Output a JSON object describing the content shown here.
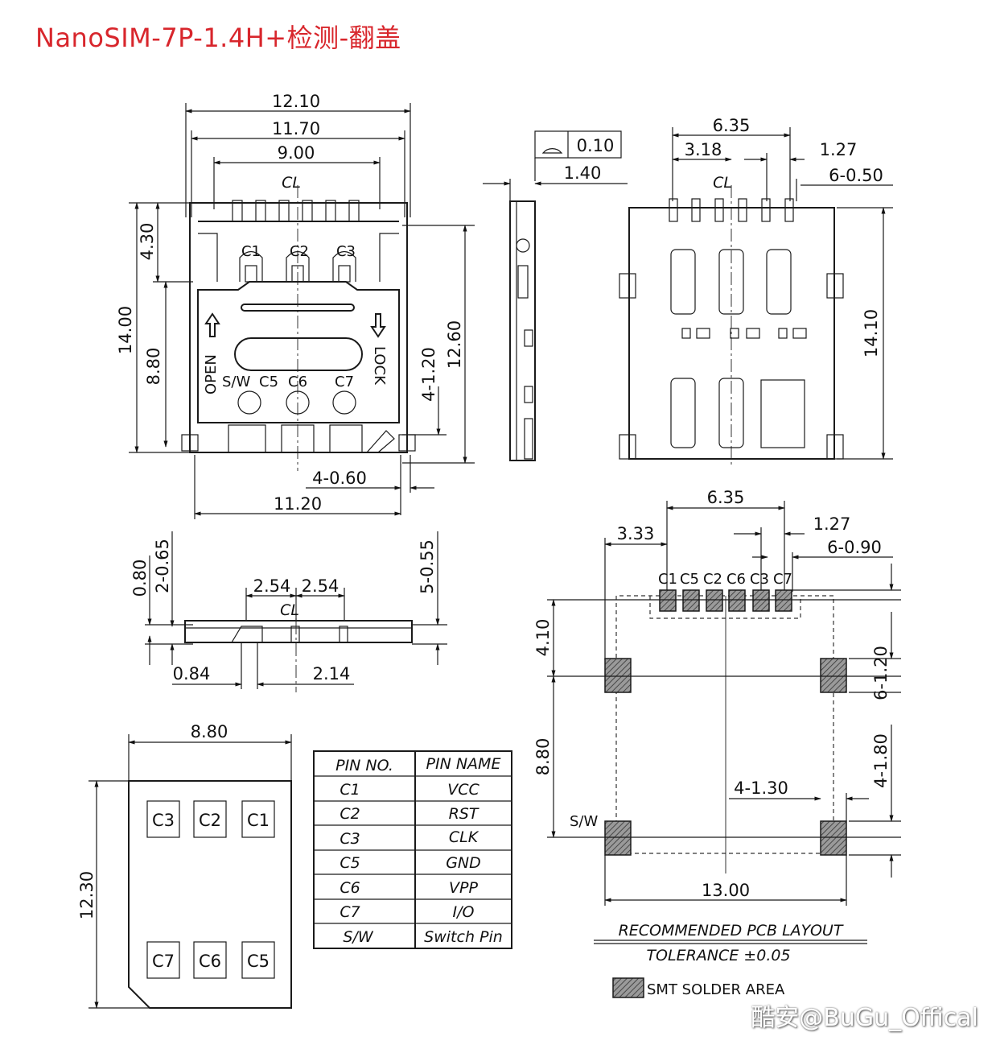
{
  "title": "NanoSIM-7P-1.4H+检测-翻盖",
  "watermark": "酷安@BuGu_Offical",
  "flatness": {
    "tolerance": "0.10"
  },
  "top_view": {
    "dims": {
      "w1": "12.10",
      "w2": "11.70",
      "w3": "9.00",
      "h_total": "14.00",
      "h_top": "4.30",
      "h_mid": "8.80",
      "h_right": "12.60",
      "pitch_side": "4-1.20",
      "pad_w": "4-0.60",
      "bottom_w": "11.20"
    },
    "centerline": "CL",
    "contacts_top": [
      "C1",
      "C2",
      "C3"
    ],
    "contacts_bottom": [
      "S/W",
      "C5",
      "C6",
      "C7"
    ],
    "open_label": "OPEN",
    "lock_label": "LOCK"
  },
  "side_view": {
    "dims": {
      "thickness": "1.40"
    }
  },
  "bottom_view": {
    "dims": {
      "w": "6.35",
      "offset": "3.18",
      "pitch": "1.27",
      "pin_w": "6-0.50",
      "h": "14.10"
    },
    "centerline": "CL"
  },
  "front_view": {
    "dims": {
      "h1": "0.80",
      "h2": "2-0.65",
      "p1": "2.54",
      "p2": "2.54",
      "h3": "5-0.55",
      "o1": "0.84",
      "o2": "2.14"
    },
    "centerline": "CL"
  },
  "card": {
    "dims": {
      "w": "8.80",
      "h": "12.30"
    },
    "pads_top": [
      "C3",
      "C2",
      "C1"
    ],
    "pads_bottom": [
      "C7",
      "C6",
      "C5"
    ]
  },
  "pin_table": {
    "headers": [
      "PIN NO.",
      "PIN NAME"
    ],
    "rows": [
      [
        "C1",
        "VCC"
      ],
      [
        "C2",
        "RST"
      ],
      [
        "C3",
        "CLK"
      ],
      [
        "C5",
        "GND"
      ],
      [
        "C6",
        "VPP"
      ],
      [
        "C7",
        "I/O"
      ],
      [
        "S/W",
        "Switch Pin"
      ]
    ]
  },
  "pcb_layout": {
    "dims": {
      "w": "6.35",
      "offset": "3.33",
      "pitch": "1.27",
      "pad_w": "6-0.90",
      "h1": "4.10",
      "h2": "8.80",
      "side1": "6-1.20",
      "side2": "4-1.80",
      "pad": "4-1.30",
      "total_w": "13.00"
    },
    "pads": [
      "C1",
      "C5",
      "C2",
      "C6",
      "C3",
      "C7"
    ],
    "sw_label": "S/W",
    "caption": "RECOMMENDED PCB LAYOUT",
    "tolerance": "TOLERANCE ±0.05",
    "legend": "SMT SOLDER AREA"
  }
}
